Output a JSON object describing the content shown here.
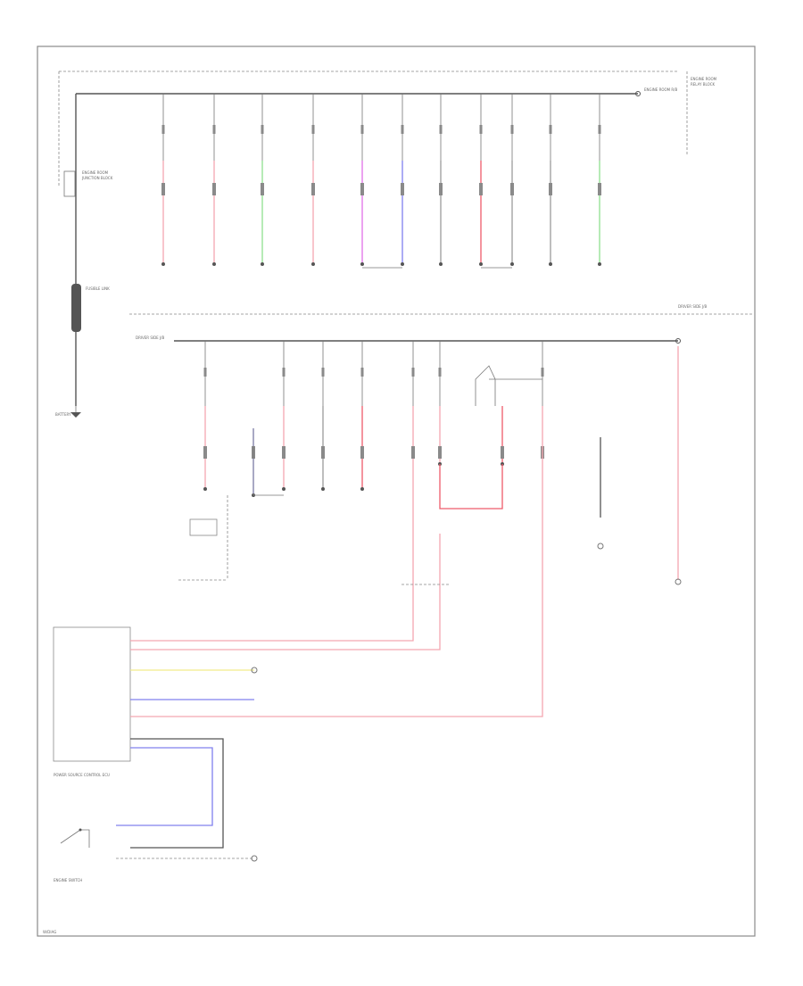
{
  "colors": {
    "pink": "#f4a6b0",
    "red": "#ee5a6a",
    "green": "#8ee08e",
    "magenta": "#e070e8",
    "blue": "#8080ee",
    "yellow": "#f2ec8a",
    "grey": "#9a9a9a",
    "border": "#8a8a8a"
  },
  "icons": [
    "ground-symbol",
    "fusible-link-symbol",
    "relay-switch-symbol",
    "fuse-symbol"
  ],
  "labels": {
    "battery": "BATTERY",
    "driver_side_jb": "DRIVER SIDE J/B",
    "ecu_name": "POWER SOURCE CONTROL ECU",
    "engine_switch": "ENGINE SWITCH"
  }
}
